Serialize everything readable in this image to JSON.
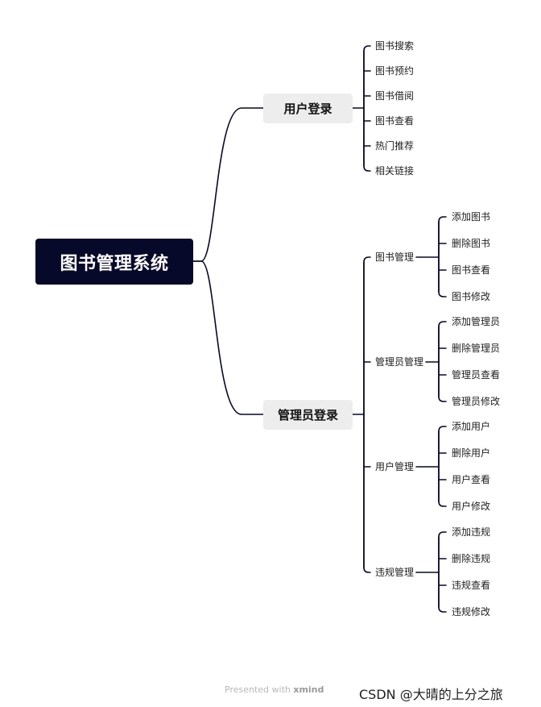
{
  "root": "图书管理系统",
  "branches": [
    {
      "label": "用户登录",
      "children": [
        "图书搜索",
        "图书预约",
        "图书借阅",
        "图书查看",
        "热门推荐",
        "相关链接"
      ]
    },
    {
      "label": "管理员登录",
      "groups": [
        {
          "label": "图书管理",
          "children": [
            "添加图书",
            "删除图书",
            "图书查看",
            "图书修改"
          ]
        },
        {
          "label": "管理员管理",
          "children": [
            "添加管理员",
            "删除管理员",
            "管理员查看",
            "管理员修改"
          ]
        },
        {
          "label": "用户管理",
          "children": [
            "添加用户",
            "删除用户",
            "用户查看",
            "用户修改"
          ]
        },
        {
          "label": "违规管理",
          "children": [
            "添加违规",
            "删除违规",
            "违规查看",
            "违规修改"
          ]
        }
      ]
    }
  ],
  "footer": {
    "presented": "Presented with",
    "brand": "xmind"
  },
  "watermark": "CSDN @大晴的上分之旅",
  "colors": {
    "root_bg": "#07092a",
    "branch_bg": "#ededed",
    "line": "#07092a"
  }
}
